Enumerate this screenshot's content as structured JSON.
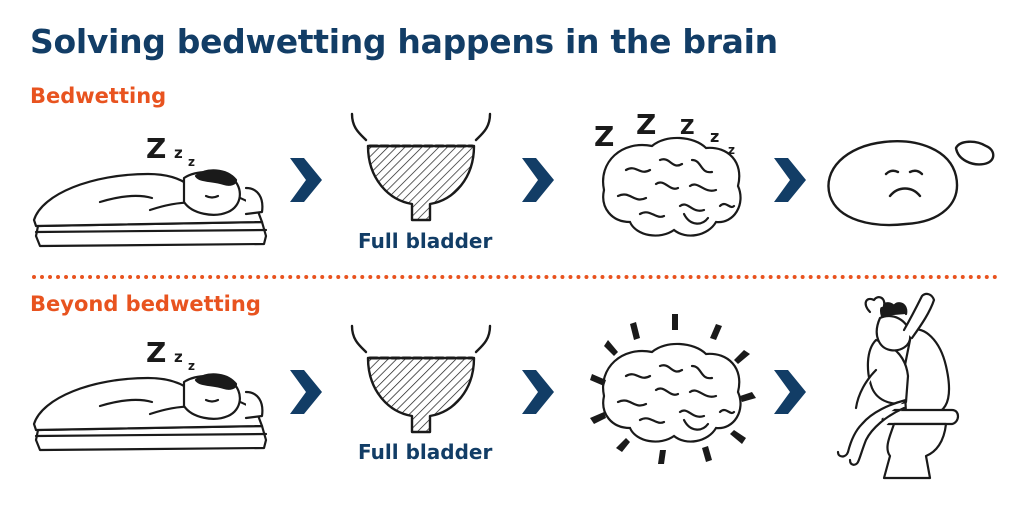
{
  "title": "Solving bedwetting happens in the brain",
  "rows": [
    {
      "label": "Bedwetting",
      "steps": [
        "sleeping-child",
        "full-bladder",
        "sleeping-brain",
        "sad-wet-spot"
      ],
      "bladder_caption": "Full bladder"
    },
    {
      "label": "Beyond bedwetting",
      "steps": [
        "sleeping-child",
        "full-bladder",
        "alert-brain",
        "child-on-toilet"
      ],
      "bladder_caption": "Full bladder"
    }
  ],
  "colors": {
    "title": "#123d66",
    "accent": "#e8531f",
    "arrow": "#123d66",
    "line": "#1a1a1a"
  }
}
